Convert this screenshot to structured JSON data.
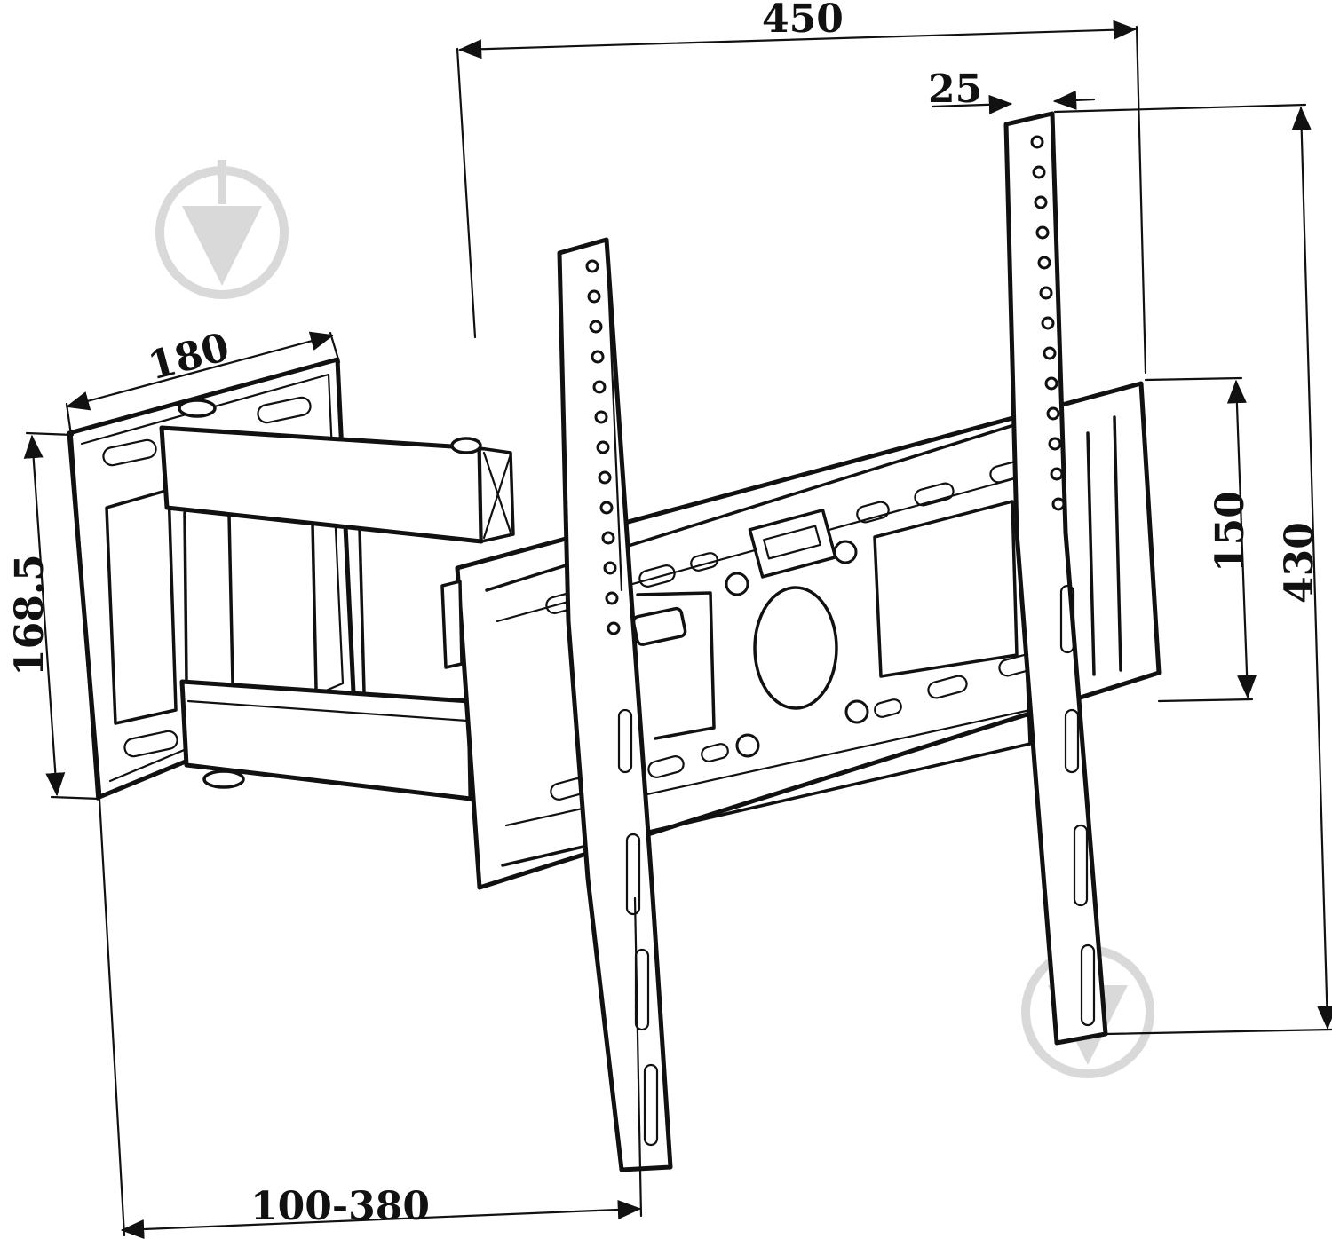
{
  "diagram": {
    "colors": {
      "ink": "#111111",
      "background": "#ffffff",
      "watermark": "#d9d9d9"
    },
    "icons": [
      "download-arrow-watermark-icon"
    ],
    "dimensions": {
      "overall_width": "450",
      "plate_width": "25",
      "overall_height": "430",
      "center_height": "150",
      "wall_plate_width": "180",
      "wall_plate_height": "168.5",
      "extension": "100-380"
    }
  }
}
